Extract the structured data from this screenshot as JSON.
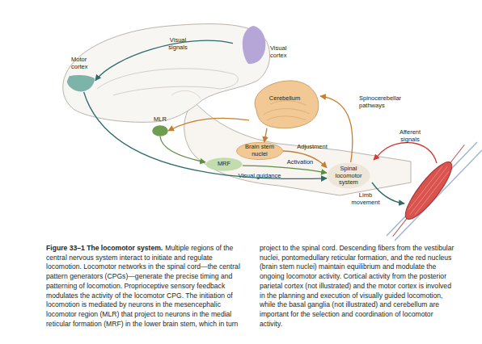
{
  "diagram": {
    "title": "Figure 33–1 The locomotor system.",
    "caption": "Multiple regions of the central nervous system interact to initiate and regulate locomotion. Locomotor networks in the spinal cord—the central pattern generators (CPGs)—generate the precise timing and patterning of locomotion. Proprioceptive sensory feedback modulates the activity of the locomotor CPG. The initiation of locomotion is mediated by neurons in the mesencephalic locomotor region (MLR) that project to neurons in the medial reticular formation (MRF) in the lower brain stem, which in turn project to the spinal cord. Descending fibers from the vestibular nuclei, pontomedullary reticular formation, and the red nucleus (brain stem nuclei) maintain equilibrium and modulate the ongoing locomotor activity. Cortical activity from the posterior parietal cortex (not illustrated) and the motor cortex is involved in the planning and execution of visually guided locomotion, while the basal ganglia (not illustrated) and cerebellum are important for the selection and coordination of locomotor activity.",
    "nodes": [
      {
        "text": [
          "Visual cortex"
        ]
      },
      {
        "text": [
          "Motor cortex"
        ]
      },
      {
        "text": [
          "Cerebellum"
        ]
      },
      {
        "text": [
          "MLR"
        ]
      },
      {
        "text": [
          "Brain stem nuclei"
        ]
      },
      {
        "text": [
          "MRF"
        ]
      },
      {
        "text": [
          "Spinal locomotor system"
        ]
      }
    ],
    "edges": [
      {
        "from": 0,
        "to": 1,
        "label": "Visual signals",
        "arrow": "to"
      },
      {
        "from": 1,
        "to": 6,
        "label": "Visual guidance",
        "arrow": "to"
      },
      {
        "from": 3,
        "to": 5,
        "arrow": "to"
      },
      {
        "from": 2,
        "to": 4,
        "arrow": "to"
      },
      {
        "from": 2,
        "to": 3,
        "arrow": "to"
      },
      {
        "from": 4,
        "to": 6,
        "label": "Adjustment",
        "arrow": "to"
      },
      {
        "from": 5,
        "to": 6,
        "label": "Activation",
        "arrow": "to"
      },
      {
        "from": 6,
        "to": 2,
        "label": "Spinocerebellar pathways",
        "arrow": "to"
      }
    ],
    "labels": [
      "Limb movement",
      "Afferent signals"
    ]
  }
}
